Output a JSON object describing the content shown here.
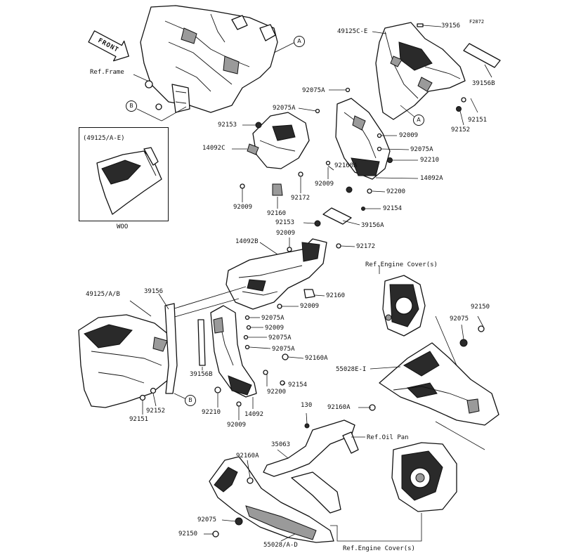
{
  "callouts": {
    "a": "A",
    "b": "B"
  },
  "front_arrow": "FRONT",
  "refs": {
    "frame": "Ref.Frame",
    "engine_cover_top": "Ref.Engine Cover(s)",
    "oil_pan": "Ref.Oil Pan",
    "engine_cover_bottom": "Ref.Engine Cover(s)"
  },
  "inset": {
    "title": "(49125/A-E)",
    "caption": "WOO"
  },
  "parts": {
    "p49125ce": "49125C-E",
    "p39156_top": "39156",
    "f2872": "F2872",
    "p39156b_top": "39156B",
    "p92075a_1": "92075A",
    "p92075a_2": "92075A",
    "p92151_top": "92151",
    "p92152_top": "92152",
    "p92153_1": "92153",
    "p92009_1": "92009",
    "p14092c": "14092C",
    "p92075a_3": "92075A",
    "p92210_top": "92210",
    "p92160a_1": "92160A",
    "p14092a": "14092A",
    "p92009_2": "92009",
    "p92200_top": "92200",
    "p92154_top": "92154",
    "p92009_3": "92009",
    "p92172_1": "92172",
    "p92160_1": "92160",
    "p92153_2": "92153",
    "p39156a": "39156A",
    "p92009_4": "92009",
    "p14092b": "14092B",
    "p92172_2": "92172",
    "p49125ab": "49125/A/B",
    "p39156_mid": "39156",
    "p92160_2": "92160",
    "p92009_5": "92009",
    "p92075a_4": "92075A",
    "p92009_6": "92009",
    "p92075a_5": "92075A",
    "p92075a_6": "92075A",
    "p92160a_2": "92160A",
    "p39156b_mid": "39156B",
    "p92200_mid": "92200",
    "p92154_mid": "92154",
    "p92152_mid": "92152",
    "p92151_mid": "92151",
    "p92210_mid": "92210",
    "p92009_7": "92009",
    "p14092": "14092",
    "p92150_right": "92150",
    "p92075_right": "92075",
    "p55028ei": "55028E-I",
    "p130": "130",
    "p92160a_3": "92160A",
    "p35063": "35063",
    "p92160a_4": "92160A",
    "p92075_bottom": "92075",
    "p92150_bottom": "92150",
    "p55028ad": "55028/A-D"
  }
}
